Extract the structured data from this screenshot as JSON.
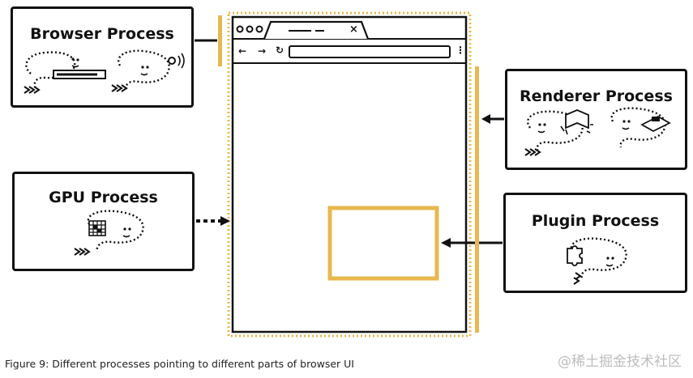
{
  "processes": {
    "browser": {
      "title": "Browser Process",
      "icon": "browser-process-character-icon"
    },
    "renderer": {
      "title": "Renderer Process",
      "icon": "renderer-process-character-icon"
    },
    "gpu": {
      "title": "GPU Process",
      "icon": "gpu-process-character-icon"
    },
    "plugin": {
      "title": "Plugin Process",
      "icon": "plugin-process-character-icon"
    }
  },
  "browser_window": {
    "tab_close_glyph": "×",
    "nav": {
      "back": "←",
      "forward": "→",
      "reload": "↻",
      "menu": "⋮"
    }
  },
  "caption": "Figure 9: Different processes pointing to different parts of browser UI",
  "watermark": "@稀土掘金技术社区",
  "colors": {
    "highlight": "#e8b84f",
    "ink": "#111111"
  }
}
